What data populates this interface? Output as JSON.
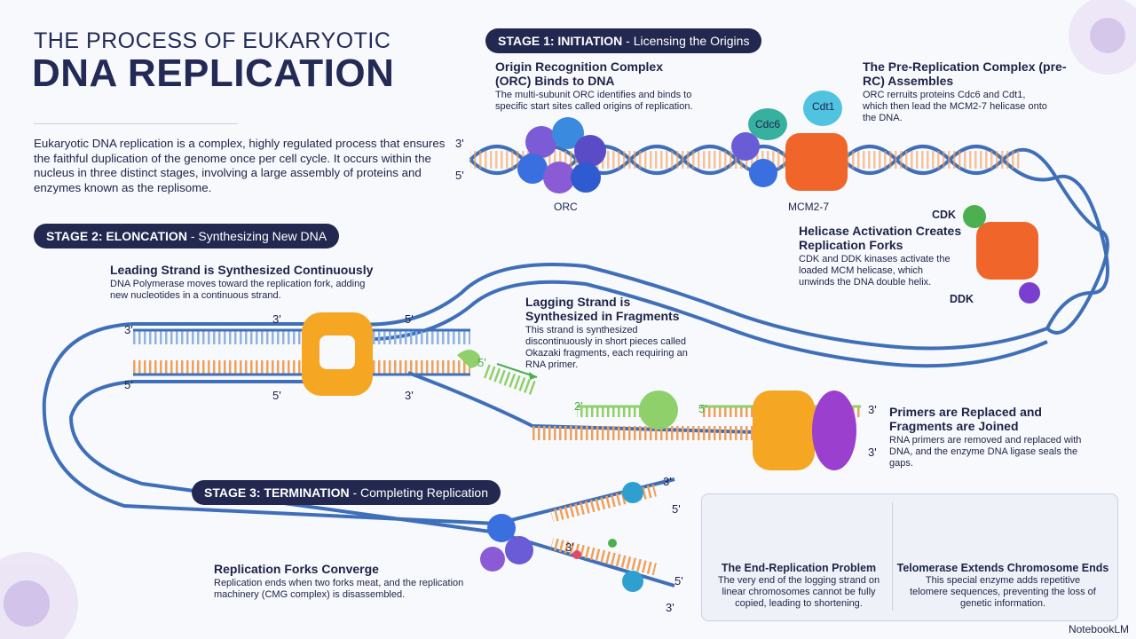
{
  "title": {
    "line1": "THE PROCESS OF EUKARYOTIC",
    "line2": "DNA REPLICATION"
  },
  "intro": "Eukaryotic DNA replication is a complex, highly regulated process that ensures the faithful duplication of the genome once per cell cycle. It occurs within the nucleus in three distinct stages, involving a large assembly of proteins and enzymes known as the replisome.",
  "stage1": {
    "name": "STAGE 1: INITIATION",
    "subtitle": "- Licensing the Origins",
    "orc": {
      "heading": "Origin Recognition Complex (ORC) Binds to DNA",
      "text": "The multi-subunit ORC identifies and binds to specific start sites called origins of replication.",
      "label": "ORC"
    },
    "prerc": {
      "heading": "The Pre-Replication Complex (pre-RC) Assembles",
      "text": "ORC rerruits proteins Cdc6 and Cdt1, which then lead the MCM2-7 helicase onto the DNA.",
      "cdc6": "Cdc6",
      "cdt1": "Cdt1",
      "mcm": "MCM2-7"
    },
    "helicase": {
      "heading": "Helicase Activation Creates Replication Forks",
      "text": "CDK and DDK kinases activate the loaded MCM helicase, which unwinds the DNA double helix.",
      "cdk": "CDK",
      "ddk": "DDK"
    },
    "ends": {
      "top": "3'",
      "bottom": "5'"
    }
  },
  "stage2": {
    "name": "STAGE 2: ELONCATION",
    "subtitle": "- Synthesizing New DNA",
    "leading": {
      "heading": "Leading Strand is Synthesized Continuously",
      "text": "DNA Polymerase moves toward the replication fork, adding new nucleotides in a continuous strand."
    },
    "lagging": {
      "heading": "Lagging Strand is Synthesized in Fragments",
      "text": "This strand is synthesized discontinuously in short pieces called Okazaki fragments, each requiring an RNA primer."
    },
    "primers": {
      "heading": "Primers are Replaced and Fragments are Joined",
      "text": "RNA primers are removed and replaced with DNA, and the enzyme DNA ligase seals the gaps."
    },
    "ends": {
      "left_top": "3'",
      "left_bottom": "5'",
      "pol_top_left": "3'",
      "pol_top_right": "5'",
      "pol_bottom_left": "5'",
      "pol_bottom_right": "3'",
      "primer_5": "5'",
      "frag_2": "2'",
      "frag_5": "5'",
      "lig_top": "3'",
      "lig_bottom": "3'"
    }
  },
  "stage3": {
    "name": "STAGE 3: TERMINATION",
    "subtitle": "- Completing Replication",
    "converge": {
      "heading": "Replication Forks Converge",
      "text": "Replication ends when two forks meat, and the replication machinery (CMG complex) is disassembled."
    },
    "ends": {
      "a": "3'",
      "b": "5'",
      "c": "3'",
      "d": "5'",
      "e": "3'"
    }
  },
  "end_problem": {
    "heading": "The End-Replication Problem",
    "text": "The very end of the logging strand on linear chromosomes cannot be fully copied, leading to shortening."
  },
  "telomerase": {
    "heading": "Telomerase Extends Chromosome Ends",
    "text": "This special enzyme adds repetitive telomere sequences, preventing the loss of genetic information."
  },
  "brand": "NotebookLM",
  "colors": {
    "navy": "#22284f",
    "backbone": "#3f6fb8",
    "rung_orange": "#f0a05a",
    "rung_blue": "#8fb3e6",
    "new_strand_green": "#8fd06a",
    "polymerase": "#f5a623",
    "ligase": "#9b3fcf",
    "mcm": "#f0652a",
    "orc": "#6a5bd6"
  }
}
